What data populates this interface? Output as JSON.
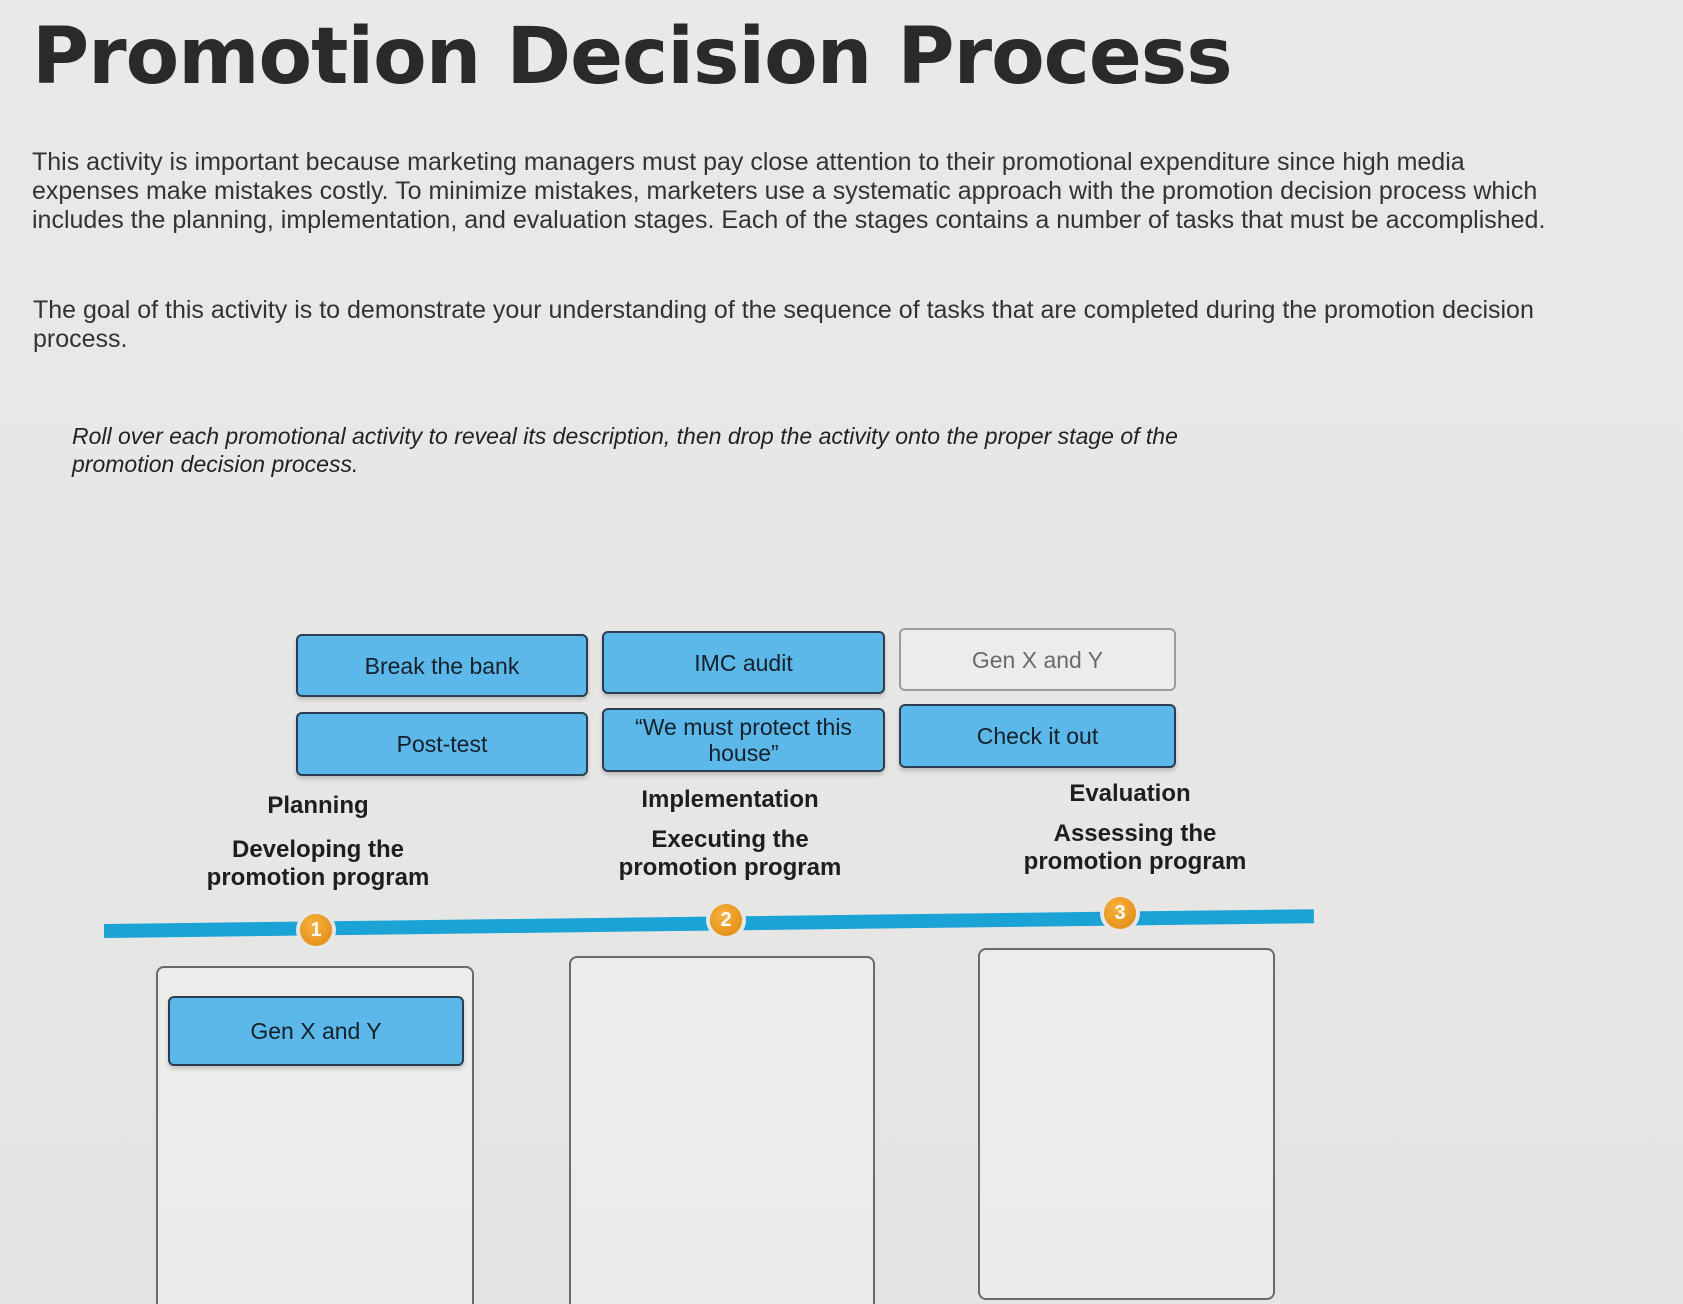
{
  "page": {
    "title": "Promotion Decision Process",
    "intro": "This activity is important because marketing managers must pay close attention to their promotional expenditure since high media expenses make mistakes costly. To minimize mistakes, marketers use a systematic approach with the promotion decision process which includes the planning, implementation, and evaluation stages. Each of the stages contains a number of tasks that must be accomplished.",
    "goal": "The goal of this activity is to demonstrate your understanding of the sequence of tasks that are completed during the promotion decision process.",
    "instruction": "Roll over each promotional activity to reveal its description, then drop the activity onto the proper stage of the promotion decision process."
  },
  "activities": [
    {
      "label": "Break the bank",
      "state": "available"
    },
    {
      "label": "IMC audit",
      "state": "available"
    },
    {
      "label": "Gen X and Y",
      "state": "placed-ghost"
    },
    {
      "label": "Post-test",
      "state": "available"
    },
    {
      "label": "“We must protect this house”",
      "state": "available"
    },
    {
      "label": "Check it out",
      "state": "available"
    }
  ],
  "stages": [
    {
      "number": "1",
      "name": "Planning",
      "description": "Developing the promotion program",
      "items": [
        "Gen X and Y"
      ]
    },
    {
      "number": "2",
      "name": "Implementation",
      "description": "Executing the promotion program",
      "items": []
    },
    {
      "number": "3",
      "name": "Evaluation",
      "description": "Assessing the promotion program",
      "items": []
    }
  ],
  "colors": {
    "chip_fill": "#5cb8e8",
    "chip_border": "#2b3d52",
    "timeline": "#1ba3d6",
    "badge": "#eb9a1f"
  }
}
